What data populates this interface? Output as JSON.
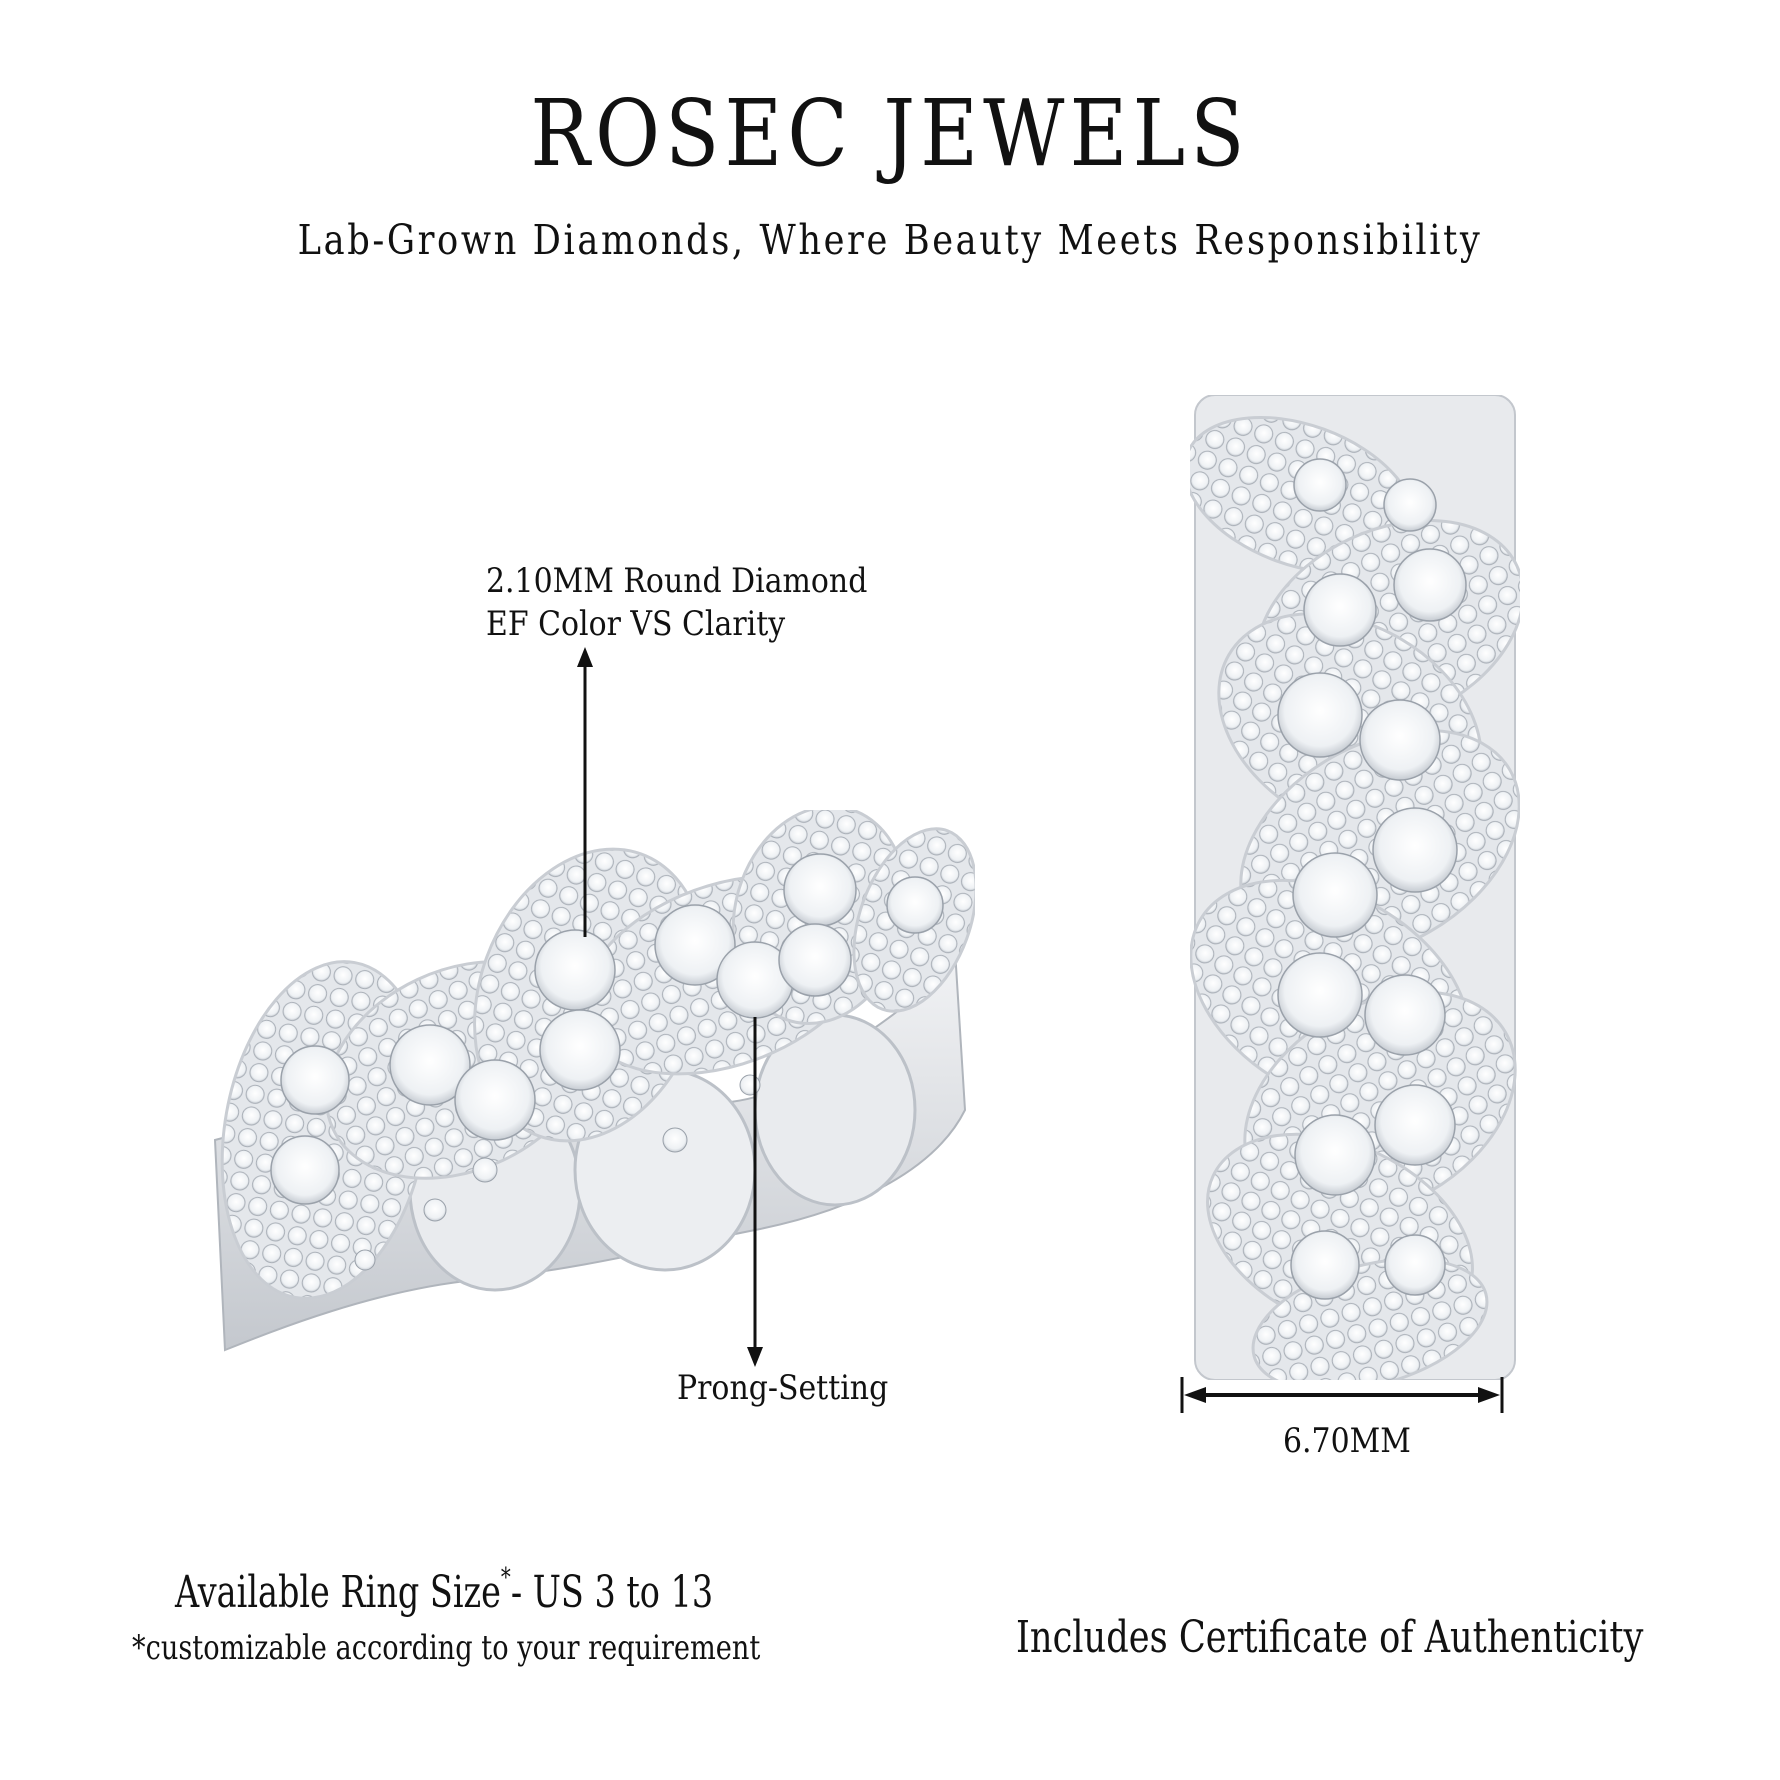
{
  "header": {
    "brand": "ROSEC JEWELS",
    "tagline": "Lab-Grown Diamonds, Where Beauty Meets Responsibility"
  },
  "annotations": {
    "diamond_spec_line1": "2.10MM Round Diamond",
    "diamond_spec_line2": "EF Color VS Clarity",
    "setting": "Prong-Setting",
    "width_measure": "6.70MM"
  },
  "footer": {
    "ring_size_label": "Available Ring Size",
    "ring_size_asterisk": "*",
    "ring_size_range": "- US 3 to 13",
    "customizable_note": "*customizable according to your requirement",
    "certificate": "Includes Certificate of Authenticity"
  },
  "images": {
    "left": "ring-angled-view",
    "right": "ring-top-view"
  },
  "colors": {
    "text": "#111111",
    "metal": "#dfe2e6",
    "metal_shadow": "#b9bdc3",
    "diamond": "#f4f6f8",
    "background": "#ffffff"
  }
}
